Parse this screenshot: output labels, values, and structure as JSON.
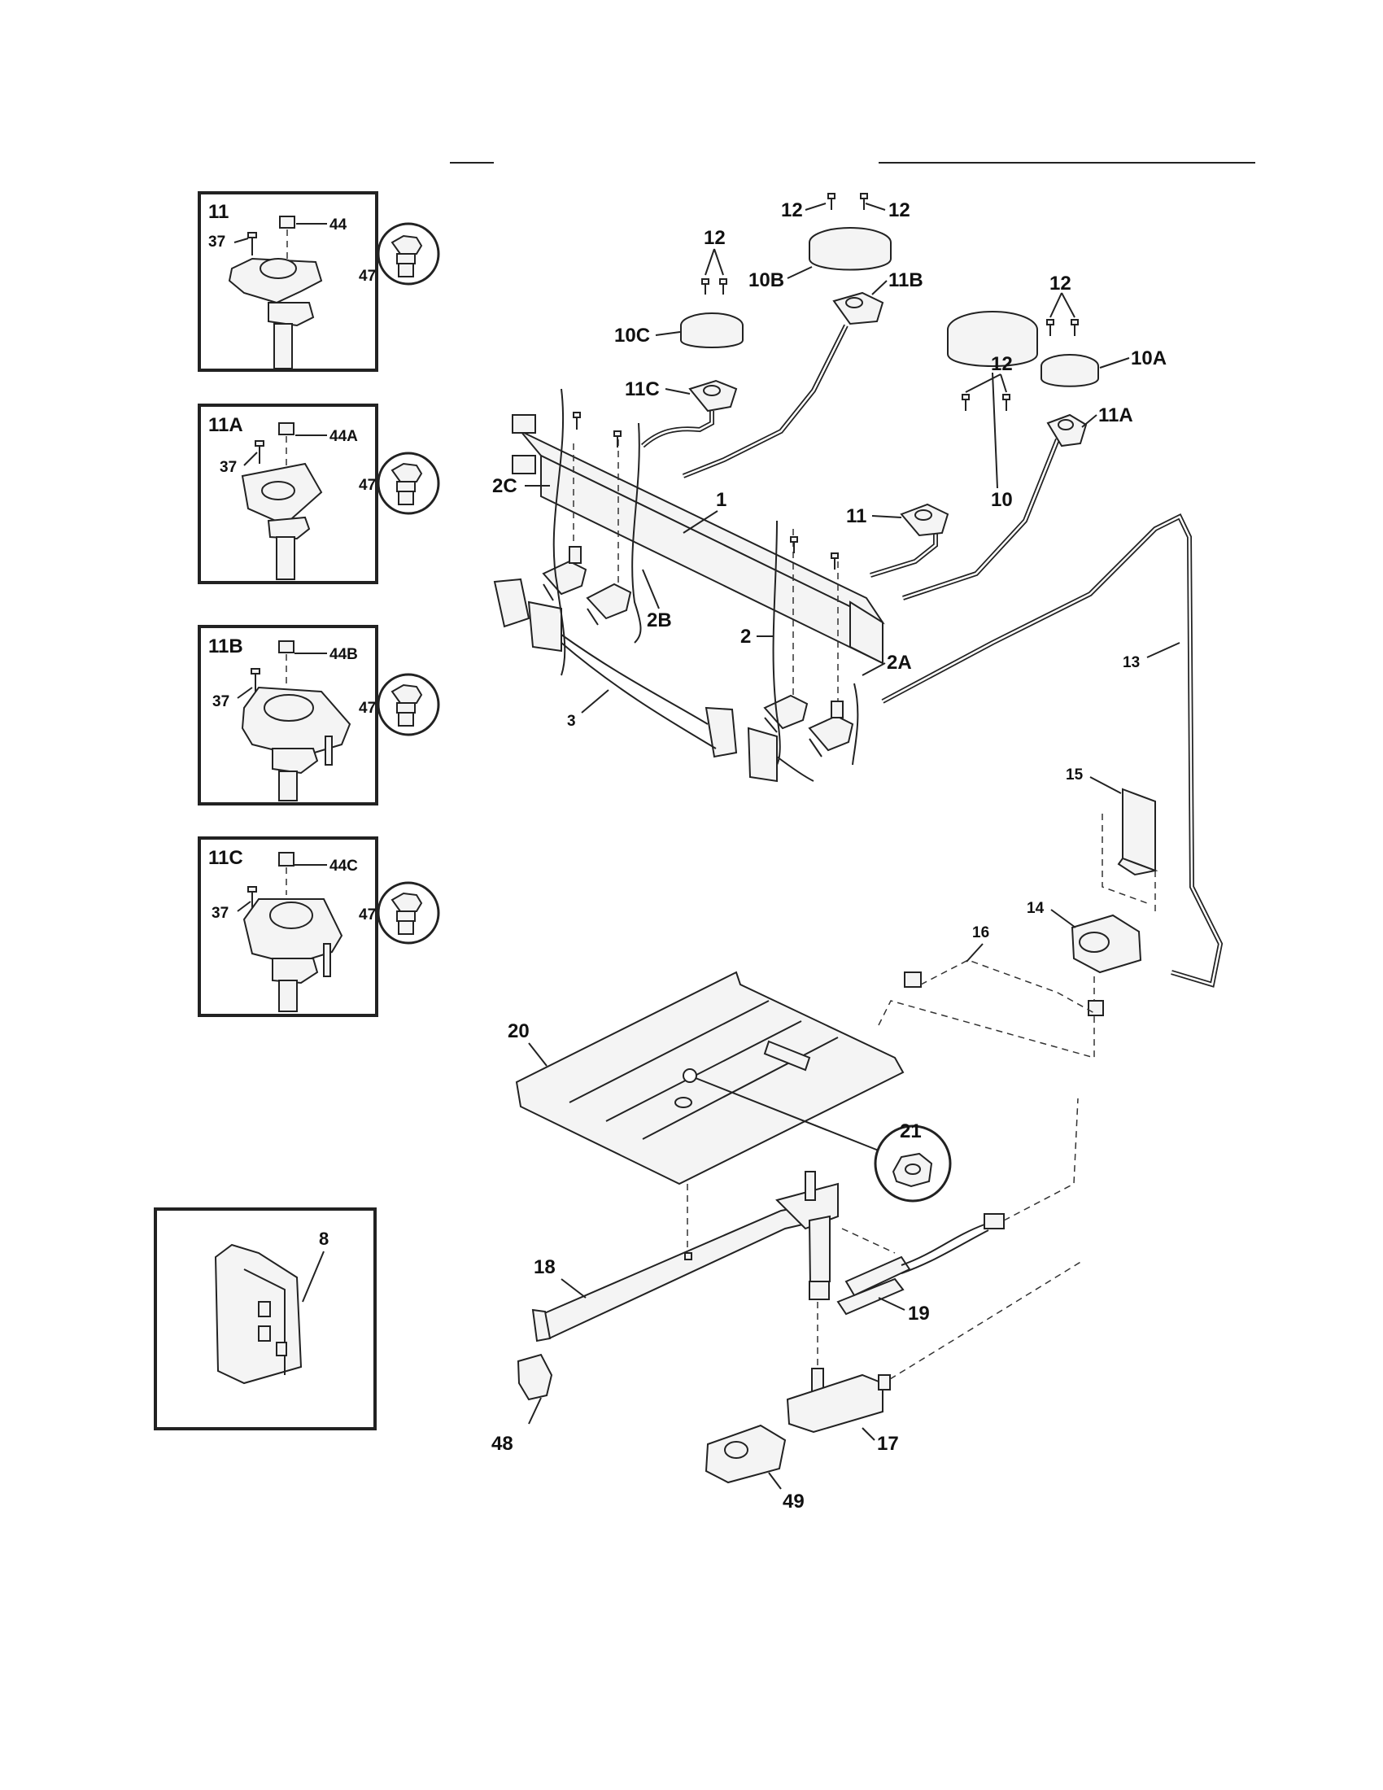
{
  "insets": {
    "i11": {
      "title": "11",
      "screw": "37",
      "cap": "44",
      "orifice": "47"
    },
    "i11a": {
      "title": "11A",
      "screw": "37",
      "cap": "44A",
      "orifice": "47"
    },
    "i11b": {
      "title": "11B",
      "screw": "37",
      "cap": "44B",
      "orifice": "47"
    },
    "i11c": {
      "title": "11C",
      "screw": "37",
      "cap": "44C",
      "orifice": "47"
    },
    "i8": {
      "label": "8"
    }
  },
  "callouts": {
    "c1": "1",
    "c2": "2",
    "c2a": "2A",
    "c2b": "2B",
    "c2c": "2C",
    "c3": "3",
    "c10": "10",
    "c10a": "10A",
    "c10b": "10B",
    "c10c": "10C",
    "c11": "11",
    "c11a": "11A",
    "c11b": "11B",
    "c11c": "11C",
    "c12a": "12",
    "c12b": "12",
    "c12c": "12",
    "c12d": "12",
    "c12e": "12",
    "c13": "13",
    "c14": "14",
    "c15": "15",
    "c16": "16",
    "c17": "17",
    "c18": "18",
    "c19": "19",
    "c20": "20",
    "c21": "21",
    "c48": "48",
    "c49": "49"
  }
}
